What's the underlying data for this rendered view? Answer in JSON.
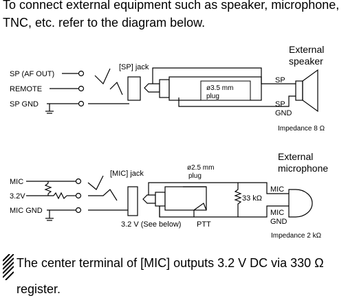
{
  "intro": {
    "line1": "To connect external equipment such as speaker, microphone,",
    "line2": "TNC, etc. refer to the diagram below."
  },
  "speaker_diagram": {
    "terminals": [
      "SP (AF OUT)",
      "REMOTE",
      "SP GND"
    ],
    "jack_label": "[SP] jack",
    "plug_label_1": "ø3.5 mm",
    "plug_label_2": "plug",
    "external_1": "External",
    "external_2": "speaker",
    "sp_label": "SP",
    "sp_gnd_1": "SP",
    "sp_gnd_2": "GND",
    "impedance": "Impedance 8 Ω"
  },
  "mic_diagram": {
    "terminals": [
      "MIC",
      "3.2V",
      "MIC GND"
    ],
    "jack_label": "[MIC] jack",
    "plug_label_1": "ø2.5 mm",
    "plug_label_2": "plug",
    "resistor_label": "33 kΩ",
    "external_1": "External",
    "external_2": "microphone",
    "mic_label": "MIC",
    "mic_gnd_1": "MIC",
    "mic_gnd_2": "GND",
    "voltage_note": "3.2 V (See below)",
    "ptt_label": "PTT",
    "impedance": "Impedance 2 kΩ"
  },
  "note": {
    "line1": "The center terminal of [MIC] outputs 3.2 V DC via 330 Ω",
    "line2": "register."
  }
}
